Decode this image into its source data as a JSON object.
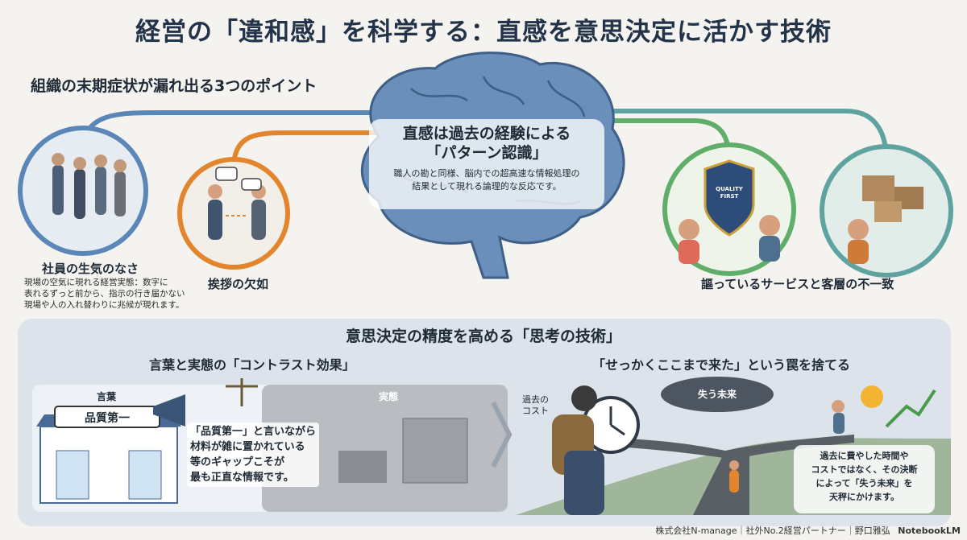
{
  "title": "経営の「違和感」を科学する：直感を意思決定に活かす技術",
  "top_section": {
    "heading": "組織の末期症状が漏れ出る3つのポイント",
    "brain": {
      "title_line1": "直感は過去の経験による",
      "title_line2": "「パターン認識」",
      "desc_line1": "職人の勘と同様、脳内での超高速な情報処理の",
      "desc_line2": "結果として現れる論理的な反応です。"
    },
    "point1": {
      "title": "社員の生気のなさ",
      "desc_line1": "現場の空気に現れる経営実態：数字に",
      "desc_line2": "表れるずっと前から、指示の行き届かない",
      "desc_line3": "現場や人の入れ替わりに兆候が現れます。"
    },
    "point2": {
      "title": "挨拶の欠如"
    },
    "point3": {
      "title": "謳っているサービスと客層の不一致",
      "shield_line1": "QUALITY",
      "shield_line2": "FIRST"
    }
  },
  "bottom_section": {
    "heading": "意思決定の精度を高める「思考の技術」",
    "left": {
      "heading": "言葉と実態の「コントラスト効果」",
      "word_label": "言葉",
      "sign_text": "品質第一",
      "reality_label": "実態",
      "desc_line1": "「品質第一」と言いながら",
      "desc_line2": "材料が雑に置かれている",
      "desc_line3": "等のギャップこそが",
      "desc_line4": "最も正直な情報です。"
    },
    "right": {
      "heading": "「せっかくここまで来た」という罠を捨てる",
      "past_cost_line1": "過去の",
      "past_cost_line2": "コスト",
      "cloud_label": "失う未来",
      "desc_line1": "過去に費やした時間や",
      "desc_line2": "コストではなく、その決断",
      "desc_line3": "によって「失う未来」を",
      "desc_line4": "天秤にかけます。"
    }
  },
  "footer": "株式会社N-manage｜社外No.2経営パートナー｜野口雅弘",
  "footer_brand": "NotebookLM",
  "colors": {
    "title": "#23344a",
    "blue_line": "#5b86b8",
    "orange_line": "#e2852c",
    "green_line": "#5fae6a",
    "brain": "#5f86b2",
    "panel": "#dde3ea"
  }
}
